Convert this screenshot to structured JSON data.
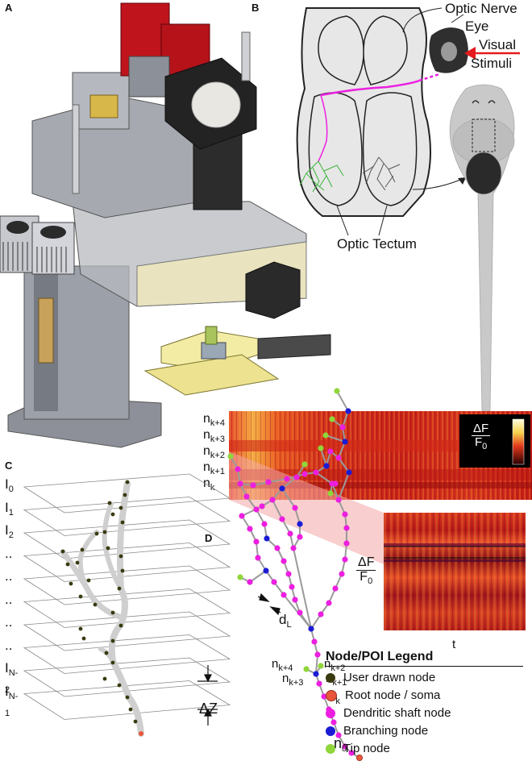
{
  "panels": {
    "a": "A",
    "b": "B",
    "c": "C",
    "d": "D"
  },
  "panel_b": {
    "optic_nerve": "Optic Nerve",
    "eye": "Eye",
    "visual_stimuli_line1": "Visual",
    "visual_stimuli_line2": "Stimuli",
    "optic_tectum": "Optic Tectum"
  },
  "panel_c": {
    "layers": [
      "I0",
      "I1",
      "I2",
      "..",
      "..",
      "..",
      "..",
      "..",
      "IN-2",
      "IN-1"
    ],
    "layer_main": [
      "I",
      "I",
      "I",
      "..",
      "..",
      "..",
      "..",
      "..",
      "I",
      "I"
    ],
    "layer_sub": [
      "0",
      "1",
      "2",
      "",
      "",
      "",
      "",
      "",
      "N-2",
      "N-1"
    ],
    "delta_z": "ΔZ"
  },
  "heatmap_rows": [
    {
      "n": "n",
      "sub": "k+4"
    },
    {
      "n": "n",
      "sub": "k+3"
    },
    {
      "n": "n",
      "sub": "k+2"
    },
    {
      "n": "n",
      "sub": "k+1"
    },
    {
      "n": "n",
      "sub": "k"
    }
  ],
  "colorbar": {
    "num": "ΔF",
    "den": "F",
    "den_sub": "0"
  },
  "panel_d": {
    "frac_num": "ΔF",
    "frac_den": "F",
    "frac_den_sub": "0",
    "t_label": "t",
    "dl_main": "d",
    "dl_sub": "L",
    "n0_main": "n",
    "n0_sub": "0",
    "node_labels": [
      {
        "main": "n",
        "sub": "k+4"
      },
      {
        "main": "n",
        "sub": "k+3"
      },
      {
        "main": "n",
        "sub": "k+2"
      },
      {
        "main": "n",
        "sub": "k+1"
      },
      {
        "main": "n",
        "sub": "k"
      }
    ]
  },
  "legend": {
    "title": "Node/POI Legend",
    "items": [
      {
        "label": "User drawn node",
        "color": "#3a3a10"
      },
      {
        "label": "Root node / soma",
        "color": "#e8573c"
      },
      {
        "label": "Dendritic shaft node",
        "color": "#ec1fe0"
      },
      {
        "label": "Branching node",
        "color": "#1b1bd6"
      },
      {
        "label": "Tip node",
        "color": "#8fd63a"
      }
    ]
  }
}
